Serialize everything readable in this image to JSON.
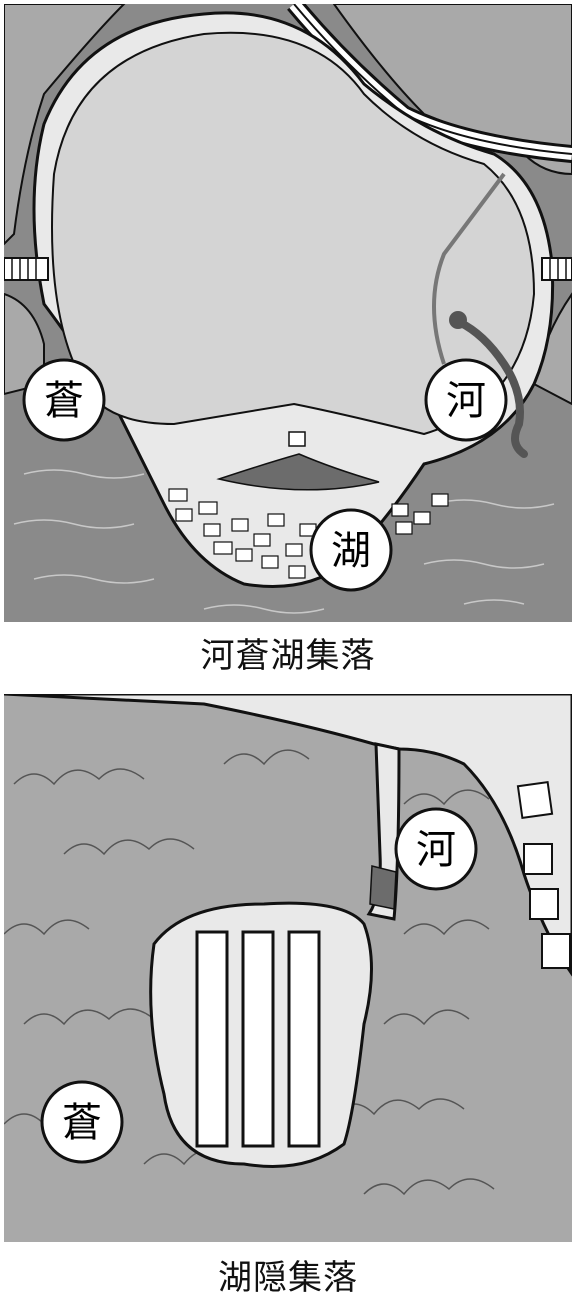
{
  "maps": [
    {
      "caption": "河蒼湖集落",
      "labels": {
        "left": "蒼",
        "right": "河",
        "bottom": "湖"
      }
    },
    {
      "caption": "湖隠集落",
      "labels": {
        "river": "河",
        "forest": "蒼"
      }
    }
  ],
  "colors": {
    "water": "#8a8a8a",
    "forest": "#a9a9a9",
    "land": "#d4d4d4",
    "clearing": "#e9e9e9",
    "outline": "#111111"
  }
}
